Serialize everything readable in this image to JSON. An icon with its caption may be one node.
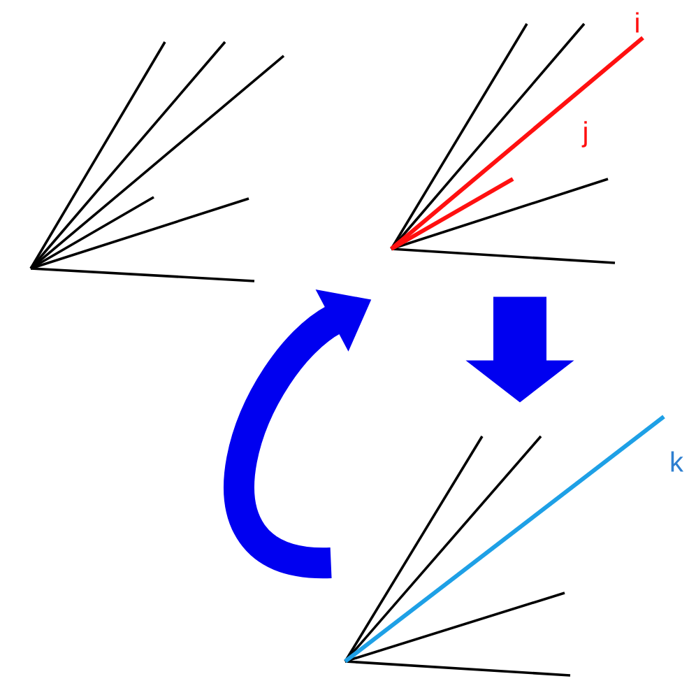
{
  "diagram": {
    "nodes": [
      {
        "text": [],
        "shape": "picture"
      },
      {
        "text": [],
        "shape": "picture"
      },
      {
        "text": [],
        "shape": "picture"
      }
    ],
    "edges": [
      {
        "from": 2,
        "to": 1,
        "arrow": "to"
      },
      {
        "from": 1,
        "to": 2,
        "arrow": "to"
      }
    ],
    "labels": [
      "i",
      "j",
      "k"
    ]
  }
}
